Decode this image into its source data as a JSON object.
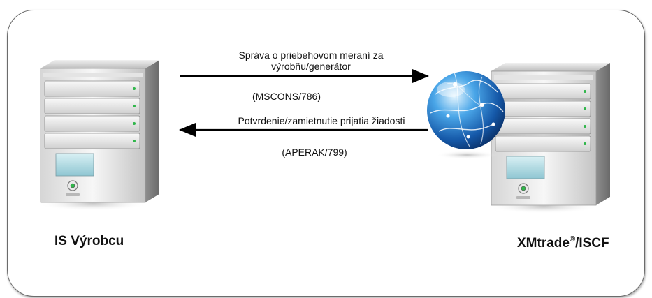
{
  "diagram": {
    "left_node": {
      "label": "IS Výrobcu",
      "icon": "server-tower-icon"
    },
    "right_node": {
      "label_main": "XMtrade",
      "label_mark": "®",
      "label_suffix": "/ISCF",
      "icon": "server-tower-icon"
    },
    "network_icon": "globe-icon",
    "outgoing": {
      "line1": "Správa o priebehovom meraní za",
      "line2": "výrobňu/generátor",
      "code": "(MSCONS/786)"
    },
    "incoming": {
      "line1": "Potvrdenie/zamietnutie prijatia žiadosti",
      "code": "(APERAK/799)"
    }
  }
}
